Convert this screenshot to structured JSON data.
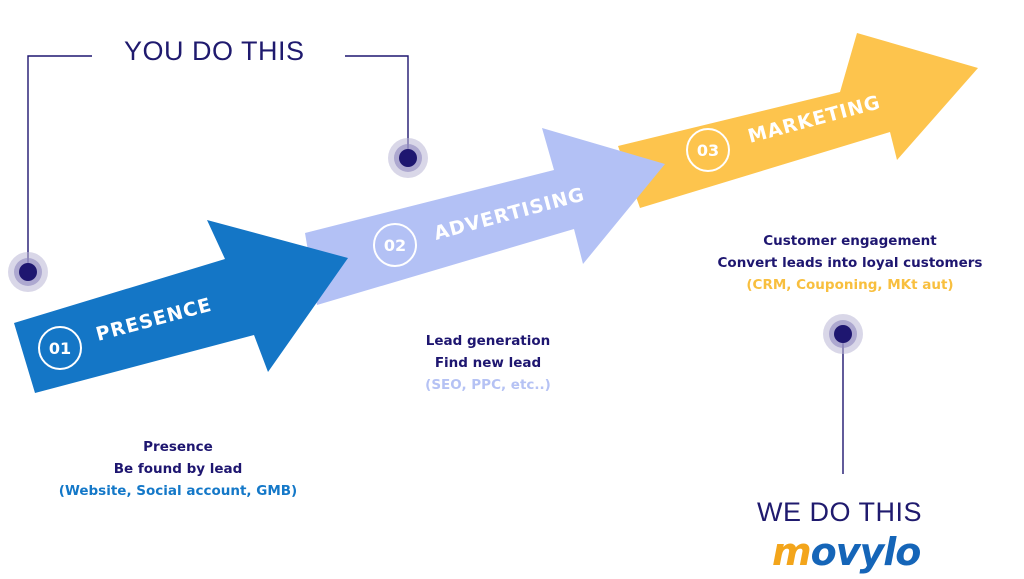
{
  "you_do_heading": "YOU DO THIS",
  "we_do_heading": "WE DO THIS",
  "logo": {
    "mark": "m",
    "text": "ovylo"
  },
  "steps": [
    {
      "number": "01",
      "label": "PRESENCE",
      "lines": [
        "Presence",
        "Be found by lead"
      ],
      "note": "(Website, Social account, GMB)",
      "color": "#1476c6"
    },
    {
      "number": "02",
      "label": "ADVERTISING",
      "lines": [
        "Lead generation",
        "Find new lead"
      ],
      "note": "(SEO, PPC, etc..)",
      "color": "#b3c1f5"
    },
    {
      "number": "03",
      "label": "MARKETING",
      "lines": [
        "Customer engagement",
        "Convert leads into loyal customers"
      ],
      "note": "(CRM, Couponing, MKt aut)",
      "color": "#fdc44d"
    }
  ],
  "colors": {
    "dark_navy": "#1e1670",
    "connector": "#1e1670",
    "dot_halo": "#b9b6d6"
  }
}
